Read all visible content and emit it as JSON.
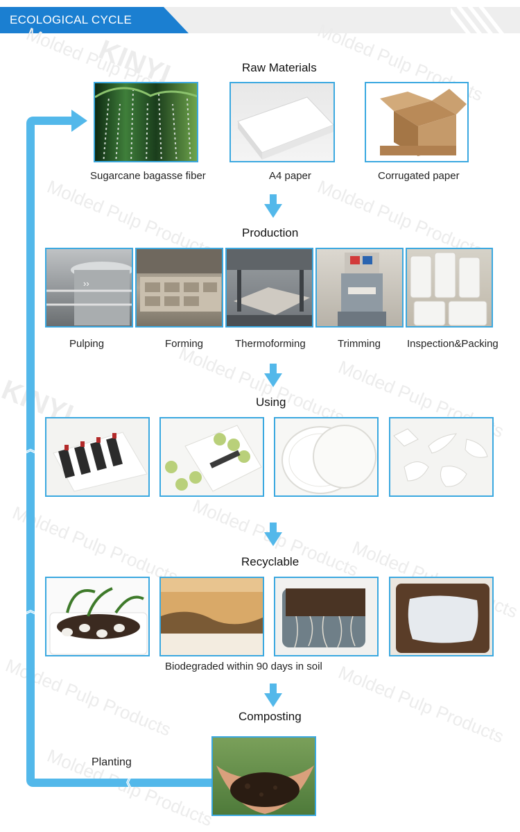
{
  "header": {
    "title": "ECOLOGICAL CYCLE"
  },
  "watermark": {
    "brand": "KINYI",
    "text": "Molded Pulp Products"
  },
  "sections": {
    "raw_materials": {
      "title": "Raw Materials",
      "items": [
        {
          "label": "Sugarcane bagasse fiber"
        },
        {
          "label": "A4 paper"
        },
        {
          "label": "Corrugated paper"
        }
      ]
    },
    "production": {
      "title": "Production",
      "items": [
        {
          "label": "Pulping"
        },
        {
          "label": "Forming"
        },
        {
          "label": "Thermoforming"
        },
        {
          "label": "Trimming"
        },
        {
          "label": "Inspection&Packing"
        }
      ]
    },
    "using": {
      "title": "Using"
    },
    "recyclable": {
      "title": "Recyclable",
      "caption": "Biodegraded within 90 days in soil"
    },
    "composting": {
      "title": "Composting"
    },
    "planting": {
      "title": "Planting"
    }
  },
  "colors": {
    "accent": "#1b7fd1",
    "arrow": "#53b8ea",
    "border": "#3aa8e0",
    "banner": "#eeeeee"
  }
}
